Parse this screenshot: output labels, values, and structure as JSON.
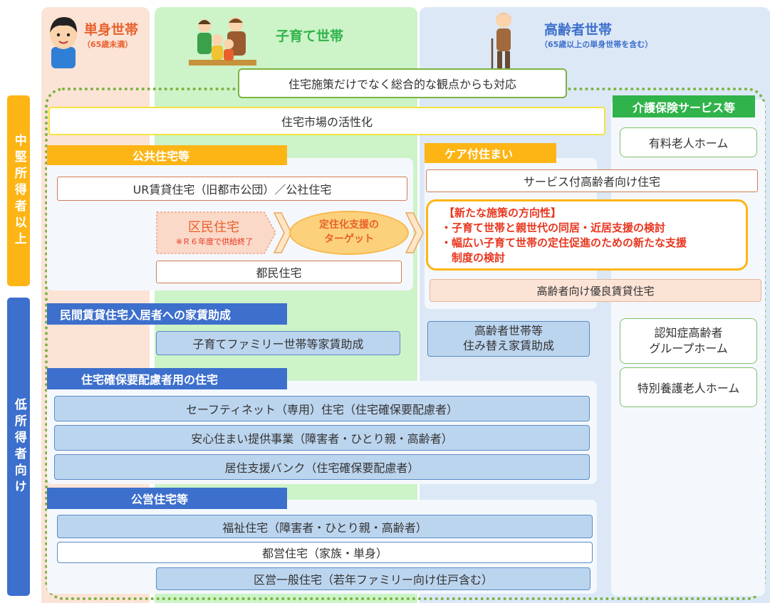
{
  "headers": {
    "single": {
      "title": "単身世帯",
      "sub": "（65歳未満）"
    },
    "child": {
      "title": "子育て世帯"
    },
    "elderly": {
      "title": "高齢者世帯",
      "sub": "（65歳以上の単身世帯を含む）"
    }
  },
  "comprehensive_banner": "住宅施策だけでなく総合的な観点からも対応",
  "side_labels": {
    "middle": "中堅所得者以上",
    "low": "低所得者向け"
  },
  "market_activation": "住宅市場の活性化",
  "public_housing": {
    "title": "公共住宅等",
    "ur": "UR賃貸住宅（旧都市公団）／公社住宅",
    "ward_housing": "区民住宅",
    "ward_note": "※Ｒ６年度で供給終了",
    "target": "定住化支援の\nターゲット",
    "tomin": "都民住宅"
  },
  "care_housing": {
    "title": "ケア付住まい",
    "service_elderly": "サービス付高齢者向け住宅",
    "new_policy": {
      "heading": "【新たな施策の方向性】",
      "items": [
        "・子育て世帯と親世代の同居・近居支援の検討",
        "・幅広い子育て世帯の定住促進のための新たな支援",
        "　制度の検討"
      ]
    },
    "excellent_rental": "高齢者向け優良賃貸住宅"
  },
  "nursing": {
    "title": "介護保険サービス等",
    "paid_home": "有料老人ホーム",
    "dementia_group": "認知症高齢者\nグループホーム",
    "special_nursing": "特別養護老人ホーム"
  },
  "private_rent": {
    "title": "民間賃貸住宅入居者への家賃助成",
    "child_family": "子育てファミリー世帯等家賃助成",
    "elderly_move": "高齢者世帯等\n住み替え家賃助成"
  },
  "secured_housing": {
    "title": "住宅確保要配慮者用の住宅",
    "items": [
      "セーフティネット（専用）住宅（住宅確保要配慮者）",
      "安心住まい提供事業（障害者・ひとり親・高齢者）",
      "居住支援バンク（住宅確保要配慮者）"
    ]
  },
  "public_managed": {
    "title": "公営住宅等",
    "welfare": "福祉住宅（障害者・ひとり親・高齢者）",
    "metro": "都営住宅（家族・単身）",
    "ward_general": "区営一般住宅（若年ファミリー向け住戸含む）"
  },
  "colors": {
    "single_bg": "#fbe3d6",
    "child_bg": "#cdf3c8",
    "elderly_bg": "#dce8f6",
    "orange": "#fdb515",
    "blue": "#3d6fcc",
    "green": "#2fb34a",
    "red": "#e8361e"
  }
}
